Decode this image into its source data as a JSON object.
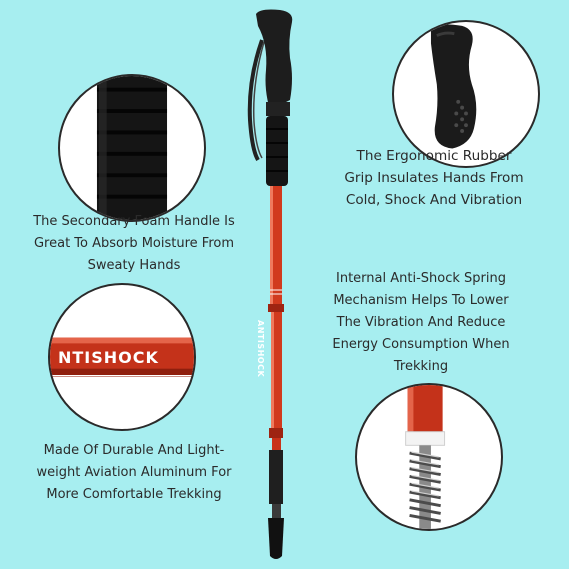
{
  "features": {
    "grip": {
      "icon": "rubber-grip-icon",
      "lines": [
        "The Ergonomic Rubber",
        "Grip Insulates Hands From",
        "Cold, Shock And Vibration"
      ]
    },
    "foam": {
      "icon": "foam-handle-icon",
      "lines": [
        "The Secondary Foam Handle Is",
        "Great To Absorb Moisture From",
        "Sweaty Hands"
      ]
    },
    "spring": {
      "icon": "spring-icon",
      "lines": [
        "Internal Anti-Shock Spring",
        "Mechanism Helps To Lower",
        "The Vibration And Reduce",
        "Energy Consumption When",
        "Trekking"
      ]
    },
    "aluminum": {
      "icon": "aluminum-tube-icon",
      "label_text": "NTISHOCK",
      "lines": [
        "Made Of Durable And Light-",
        "weight Aviation Aluminum For",
        "More Comfortable Trekking"
      ]
    }
  },
  "pole": {
    "label_text": "ANTISHOCK"
  },
  "colors": {
    "background": "#a7eef0",
    "pole_red": "#d13a1e",
    "pole_dark_red": "#9e2412",
    "foam_black": "#111111",
    "text": "#2b2b2b"
  }
}
